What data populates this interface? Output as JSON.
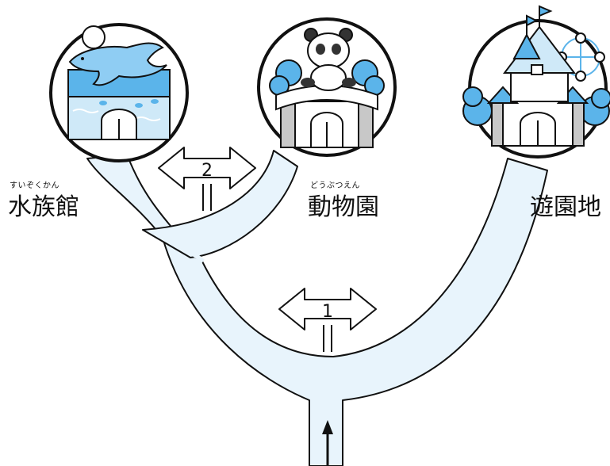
{
  "places": {
    "aquarium": {
      "name": "水族館",
      "reading": "すいぞくかん"
    },
    "zoo": {
      "name": "動物園",
      "reading": "どうぶつえん"
    },
    "amusement_park": {
      "name": "遊園地"
    }
  },
  "junctions": [
    {
      "number": "2"
    },
    {
      "number": "1"
    }
  ],
  "colors": {
    "road": "#e8f4fc",
    "accent_blue": "#5bb4ea",
    "line": "#111111",
    "gray": "#c8c8c8"
  },
  "icons": [
    "dolphin-icon",
    "panda-icon",
    "castle-icon",
    "ferris-wheel-icon",
    "arrow-up-icon"
  ]
}
